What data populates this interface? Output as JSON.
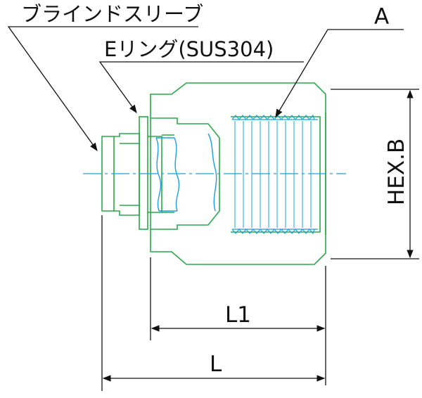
{
  "labels": {
    "blind_sleeve": "ブラインドスリーブ",
    "e_ring": "Eリング(SUS304)",
    "thread": "A",
    "hex": "HEX.B",
    "length_l1": "L1",
    "length_l": "L"
  },
  "colors": {
    "outline": "#2aa84a",
    "thread": "#1aa0e0",
    "dimension": "#111111"
  }
}
